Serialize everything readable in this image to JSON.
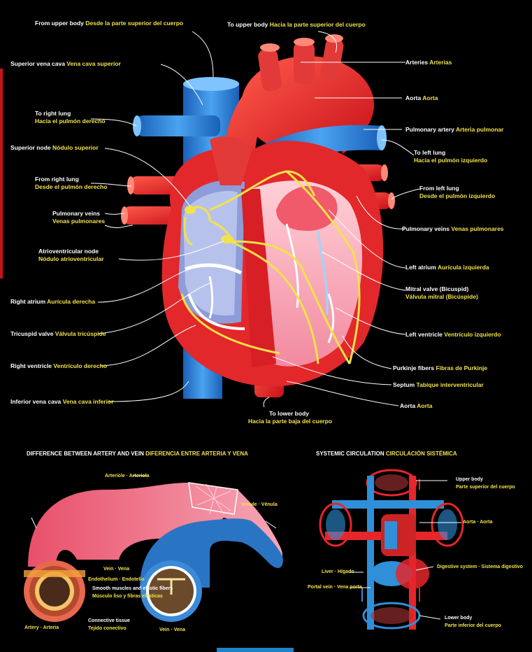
{
  "top_labels": {
    "from_upper": {
      "en": "From upper body",
      "es": "Desde la parte superior del cuerpo"
    },
    "to_upper": {
      "en": "To upper body",
      "es": "Hacia la parte superior del cuerpo"
    }
  },
  "left_labels": {
    "svc": {
      "en": "Superior vena cava",
      "es": "Vena cava superior"
    },
    "to_right_lung": {
      "en": "To right lung",
      "es": "Hacia el pulmón derecho"
    },
    "superior_node": {
      "en": "Superior node",
      "es": "Nódulo superior"
    },
    "from_right_lung": {
      "en": "From right lung",
      "es": "Desde el pulmón derecho"
    },
    "pulm_veins": {
      "en": "Pulmonary veins",
      "es": "Venas pulmonares"
    },
    "av_node": {
      "en": "Atrioventricular node",
      "es": "Nódulo atrioventricular"
    },
    "right_atrium": {
      "en": "Right atrium",
      "es": "Aurícula derecha"
    },
    "tricuspid": {
      "en": "Tricuspid valve",
      "es": "Válvula tricúspide"
    },
    "right_ventricle": {
      "en": "Right ventricle",
      "es": "Ventrículo derecho"
    },
    "ivc": {
      "en": "Inferior vena cava",
      "es": "Vena cava inferior"
    }
  },
  "right_labels": {
    "arteries": {
      "en": "Arteries",
      "es": "Arterias"
    },
    "aorta_top": {
      "en": "Aorta",
      "es": "Aorta"
    },
    "pulm_artery": {
      "en": "Pulmonary artery",
      "es": "Arteria pulmonar"
    },
    "to_left_lung": {
      "en": "To left lung",
      "es": "Hacia el pulmón izquierdo"
    },
    "from_left_lung": {
      "en": "From left lung",
      "es": "Desde el pulmón izquierdo"
    },
    "pulm_veins_r": {
      "en": "Pulmonary veins",
      "es": "Venas pulmonares"
    },
    "left_atrium": {
      "en": "Left atrium",
      "es": "Aurícula izquierda"
    },
    "mitral": {
      "en": "Mitral valve (Bicuspid)",
      "es": "Válvula mitral (Bicúspide)"
    },
    "left_ventricle": {
      "en": "Left ventricle",
      "es": "Ventrículo izquierdo"
    },
    "purkinje": {
      "en": "Purkinje fibers",
      "es": "Fibras de Purkinje"
    },
    "septum": {
      "en": "Septum",
      "es": "Tabique interventricular"
    },
    "aorta_bottom": {
      "en": "Aorta",
      "es": "Aorta"
    }
  },
  "bottom_labels": {
    "to_lower": {
      "en": "To lower body",
      "es": "Hacia la parte baja del cuerpo"
    }
  },
  "artery_vein": {
    "heading_en": "DIFFERENCE BETWEEN ARTERY AND VEIN",
    "heading_es": "DIFERENCIA ENTRE ARTERIA Y VENA",
    "arteriole": "Arteriole · Arteriola",
    "venule": "Venule · Vénula",
    "vein": "Vein · Vena",
    "endothelium": "Endothelium · Endotelio",
    "smooth_muscle": "Smooth muscles and elastic fibers",
    "smooth_muscle_es": "Músculo liso y fibras elásticas",
    "connective": "Connective tissue",
    "connective_es": "Tejido conectivo",
    "artery": "Artery · Arteria",
    "vein_bottom": "Vein · Vena"
  },
  "systemic": {
    "heading_en": "SYSTEMIC CIRCULATION",
    "heading_es": "CIRCULACIÓN SISTÉMICA",
    "upper_body": "Upper body",
    "upper_body_es": "Parte superior del cuerpo",
    "aorta": "Aorta · Aorta",
    "digestive": "Digestive system · Sistema digestivo",
    "liver": "Liver · Hígado",
    "portal": "Portal vein · Vena porta",
    "lower_body": "Lower body",
    "lower_body_es": "Parte inferior del cuerpo"
  },
  "colors": {
    "artery": "#e5262b",
    "vein": "#2f8fd8",
    "conduction": "#f2e24a",
    "background": "#000000"
  }
}
